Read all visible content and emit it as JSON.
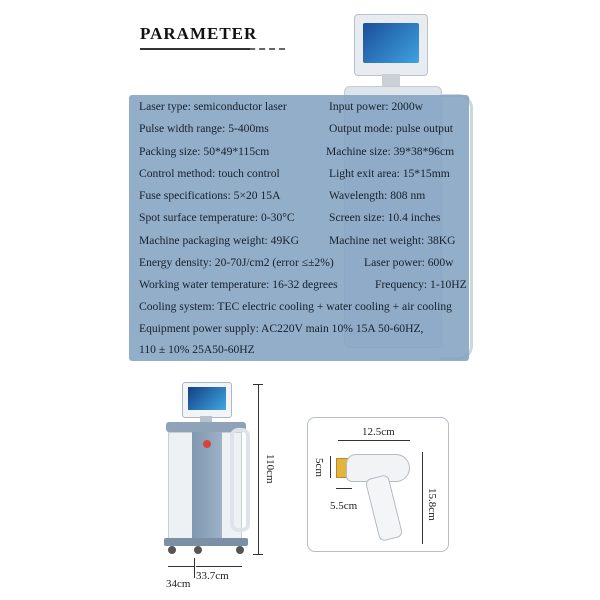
{
  "heading": "PARAMETER",
  "params": [
    {
      "left": "Laser type: semiconductor laser",
      "right": "Input power: 2000w"
    },
    {
      "left": "Pulse width range: 5-400ms",
      "right": "Output mode: pulse output"
    },
    {
      "left": "Packing size: 50*49*115cm",
      "right": "Machine size: 39*38*96cm"
    },
    {
      "left": "Control method: touch control",
      "right": "Light exit area: 15*15mm"
    },
    {
      "left": "Fuse specifications: 5×20 15A",
      "right": "Wavelength: 808 nm"
    },
    {
      "left": "Spot surface temperature: 0-30°C",
      "right": "Screen size: 10.4 inches"
    },
    {
      "left": "Machine packaging weight: 49KG",
      "right": "Machine net weight: 38KG"
    },
    {
      "left": "Energy density: 20-70J/cm2 (error ≤±2%)",
      "right": "Laser power: 600w"
    },
    {
      "left": "Working water temperature: 16-32 degrees",
      "right": "Frequency: 1-10HZ"
    },
    {
      "left": "Cooling system: TEC electric cooling + water cooling + air cooling",
      "right": ""
    },
    {
      "left": "Equipment power supply: AC220V main 10% 15A 50-60HZ,",
      "right": ""
    },
    {
      "left": "110 ± 10% 25A50-60HZ",
      "right": ""
    }
  ],
  "machine_dims": {
    "height": "110cm",
    "depth": "34cm",
    "width": "33.7cm"
  },
  "handpiece_dims": {
    "length": "12.5cm",
    "height": "15.8cm",
    "tip_height": "5cm",
    "tip_width": "5.5cm"
  }
}
